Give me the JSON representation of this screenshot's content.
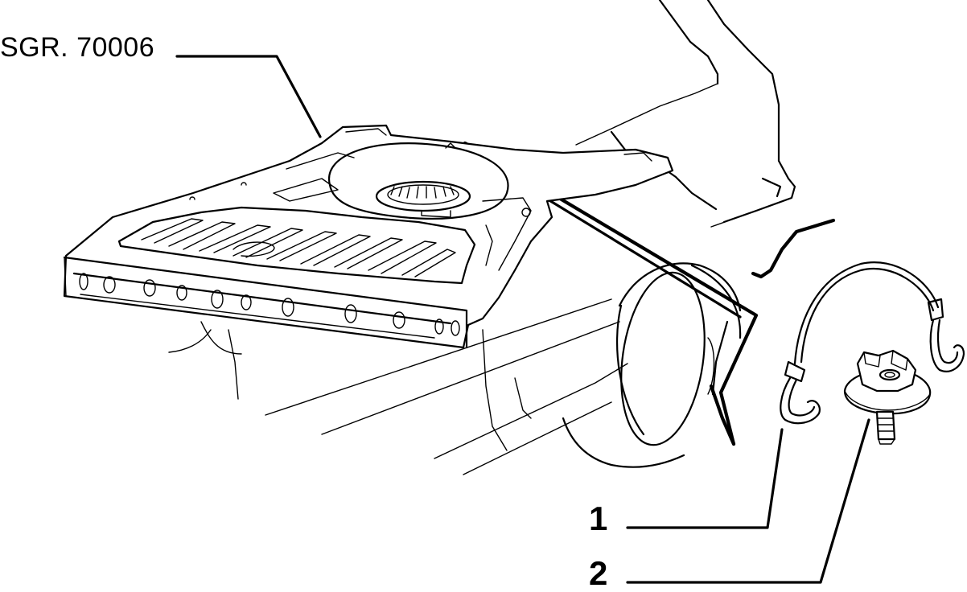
{
  "diagram": {
    "reference_label": "SGR. 70006",
    "callouts": [
      {
        "number": "1",
        "part": "elastic-strap"
      },
      {
        "number": "2",
        "part": "spare-wheel-clamp"
      }
    ],
    "line_color": "#000000",
    "background_color": "#ffffff"
  }
}
